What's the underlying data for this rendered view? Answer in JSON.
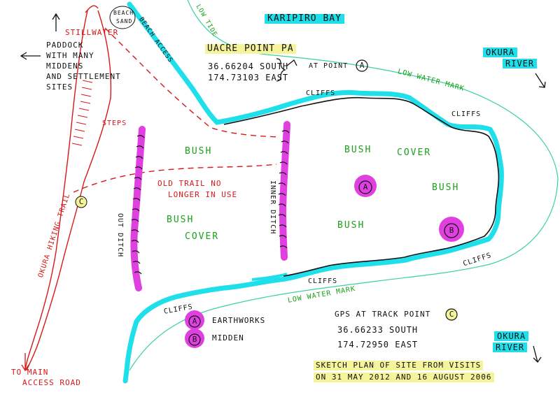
{
  "title": "KARIPIRO BAY",
  "site_name": "UACRE POINT PA",
  "coords_a": {
    "lat": "36.66204 SOUTH",
    "lon": "174.73103 EAST",
    "note": "AT POINT",
    "point": "A"
  },
  "coords_c": {
    "heading": "GPS AT TRACK POINT",
    "point": "C",
    "lat": "36.66233 SOUTH",
    "lon": "174.72950 EAST"
  },
  "river_top": [
    "OKURA",
    "RIVER"
  ],
  "river_bottom": [
    "OKURA",
    "RIVER"
  ],
  "low_tide": "LOW TIDE",
  "low_water_top": "LOW WATER MARK",
  "low_water_bottom": "LOW WATER MARK",
  "cliffs": [
    "CLIFFS",
    "CLIFFS",
    "CLIFFS",
    "CLIFFS",
    "CLIFFS"
  ],
  "bush": [
    "BUSH",
    "BUSH",
    "COVER",
    "BUSH",
    "BUSH",
    "COVER",
    "BUSH"
  ],
  "out_ditch": "OUT DITCH",
  "inner_ditch": "INNER DITCH",
  "old_trail": [
    "OLD TRAIL NO",
    "LONGER IN USE"
  ],
  "steps": "STEPS",
  "stillwater": "STILLWATER",
  "beach_access": "BEACH ACCESS",
  "sand": [
    "BEACH",
    "SAND"
  ],
  "paddock": [
    "PADDOCK",
    "WITH MANY",
    "MIDDENS",
    "AND SETTLEMENT",
    "SITES"
  ],
  "hiking_trail": "OKURA HIKING TRAIL",
  "to_access": [
    "TO MAIN",
    "ACCESS ROAD"
  ],
  "markers": {
    "a": "A",
    "b": "B",
    "c": "C"
  },
  "legend": [
    {
      "key": "A",
      "label": "EARTHWORKS"
    },
    {
      "key": "B",
      "label": "MIDDEN"
    }
  ],
  "sketch_note": [
    "SKETCH PLAN OF SITE FROM VISITS",
    "ON 31 MAY 2012 AND 16 AUGUST 2006"
  ],
  "colors": {
    "water": "#1fe0ea",
    "earthwork": "#e040e0",
    "trail": "#d81818",
    "lowwater": "#1aa01a",
    "highlight": "#f6f49a"
  }
}
